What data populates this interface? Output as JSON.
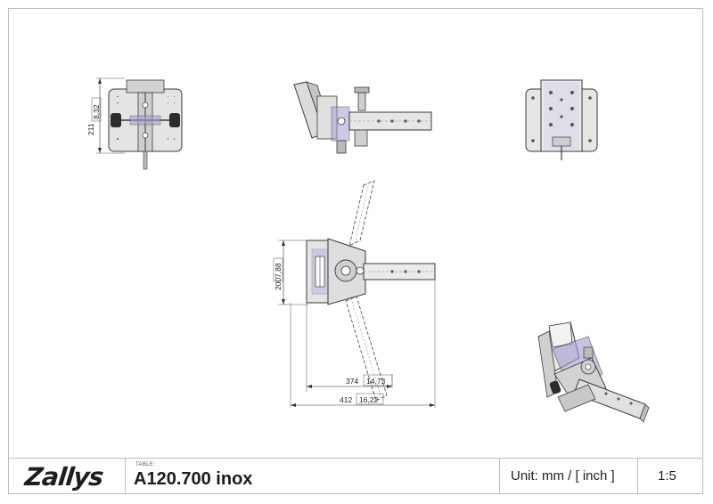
{
  "titleblock": {
    "logo_text": "Zallys",
    "table_caption": "TABLE:",
    "part_number": "A120.700 inox",
    "unit_label": "Unit: mm / [ inch ]",
    "scale": "1:5"
  },
  "dimensions": {
    "front_height_mm": "211",
    "front_height_in": "8,32",
    "plan_height_mm": "200",
    "plan_height_in": "7,88",
    "plan_length_inner_mm": "374",
    "plan_length_inner_in": "14,73",
    "plan_length_outer_mm": "412",
    "plan_length_outer_in": "16,22"
  },
  "colors": {
    "line": "#3a3a3a",
    "metal": "#d9d9d9",
    "metal_dark": "#9a9a9a",
    "accent": "#a79bd1",
    "rubber": "#2c2c2c",
    "dim": "#333333"
  }
}
